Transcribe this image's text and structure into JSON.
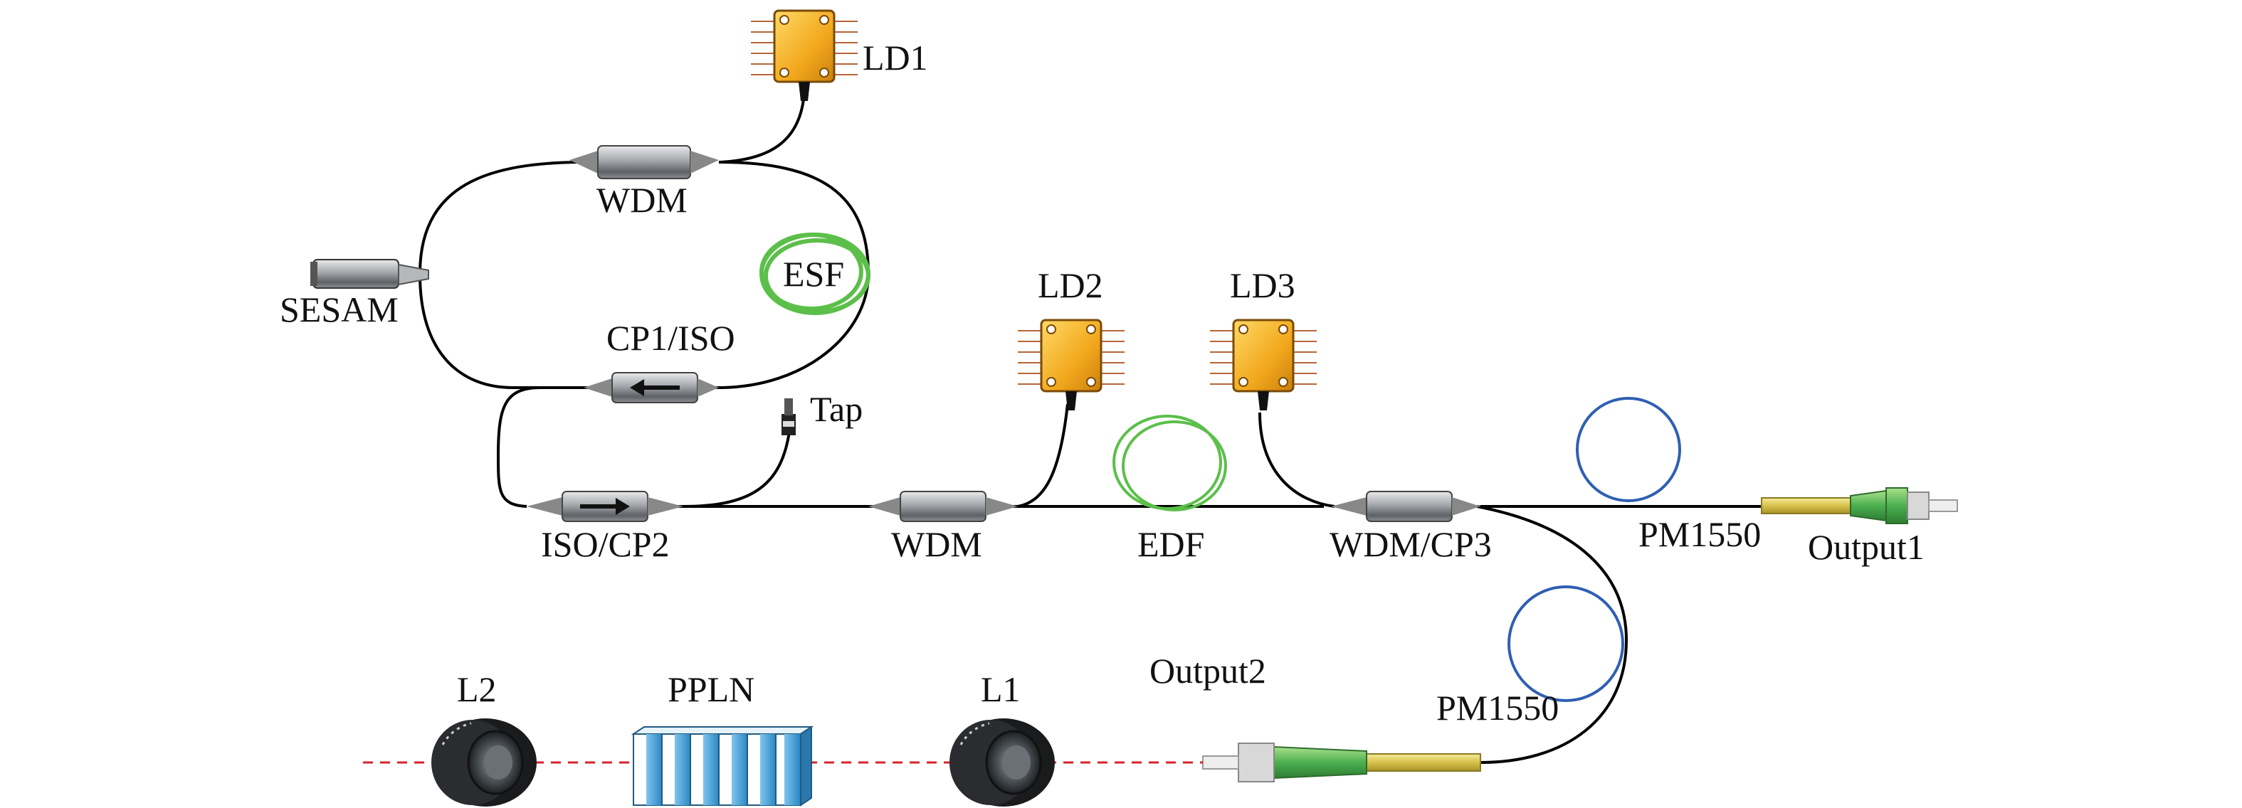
{
  "labels": {
    "ld1": "LD1",
    "ld2": "LD2",
    "ld3": "LD3",
    "wdm_top": "WDM",
    "esf": "ESF",
    "sesam": "SESAM",
    "cp1_iso": "CP1/ISO",
    "tap": "Tap",
    "iso_cp2": "ISO/CP2",
    "wdm_mid": "WDM",
    "edf": "EDF",
    "wdm_cp3": "WDM/CP3",
    "pm1550_top": "PM1550",
    "output1": "Output1",
    "pm1550_bottom": "PM1550",
    "output2": "Output2",
    "l1": "L1",
    "ppln": "PPLN",
    "l2": "L2"
  },
  "colors": {
    "fiber": "#000000",
    "pm_fiber_coil": "#2f5fb3",
    "edf_coil": "#5bbf4a",
    "esf_coil": "#5bbf4a",
    "laser_diode": "#f2b233",
    "coupler_body": "#a9acb0",
    "connector_boot": "#4caf50",
    "connector_fiber": "#e6d36a",
    "ppln_crystal": "#3aa0d8",
    "laser_beam": "#d3242b"
  }
}
